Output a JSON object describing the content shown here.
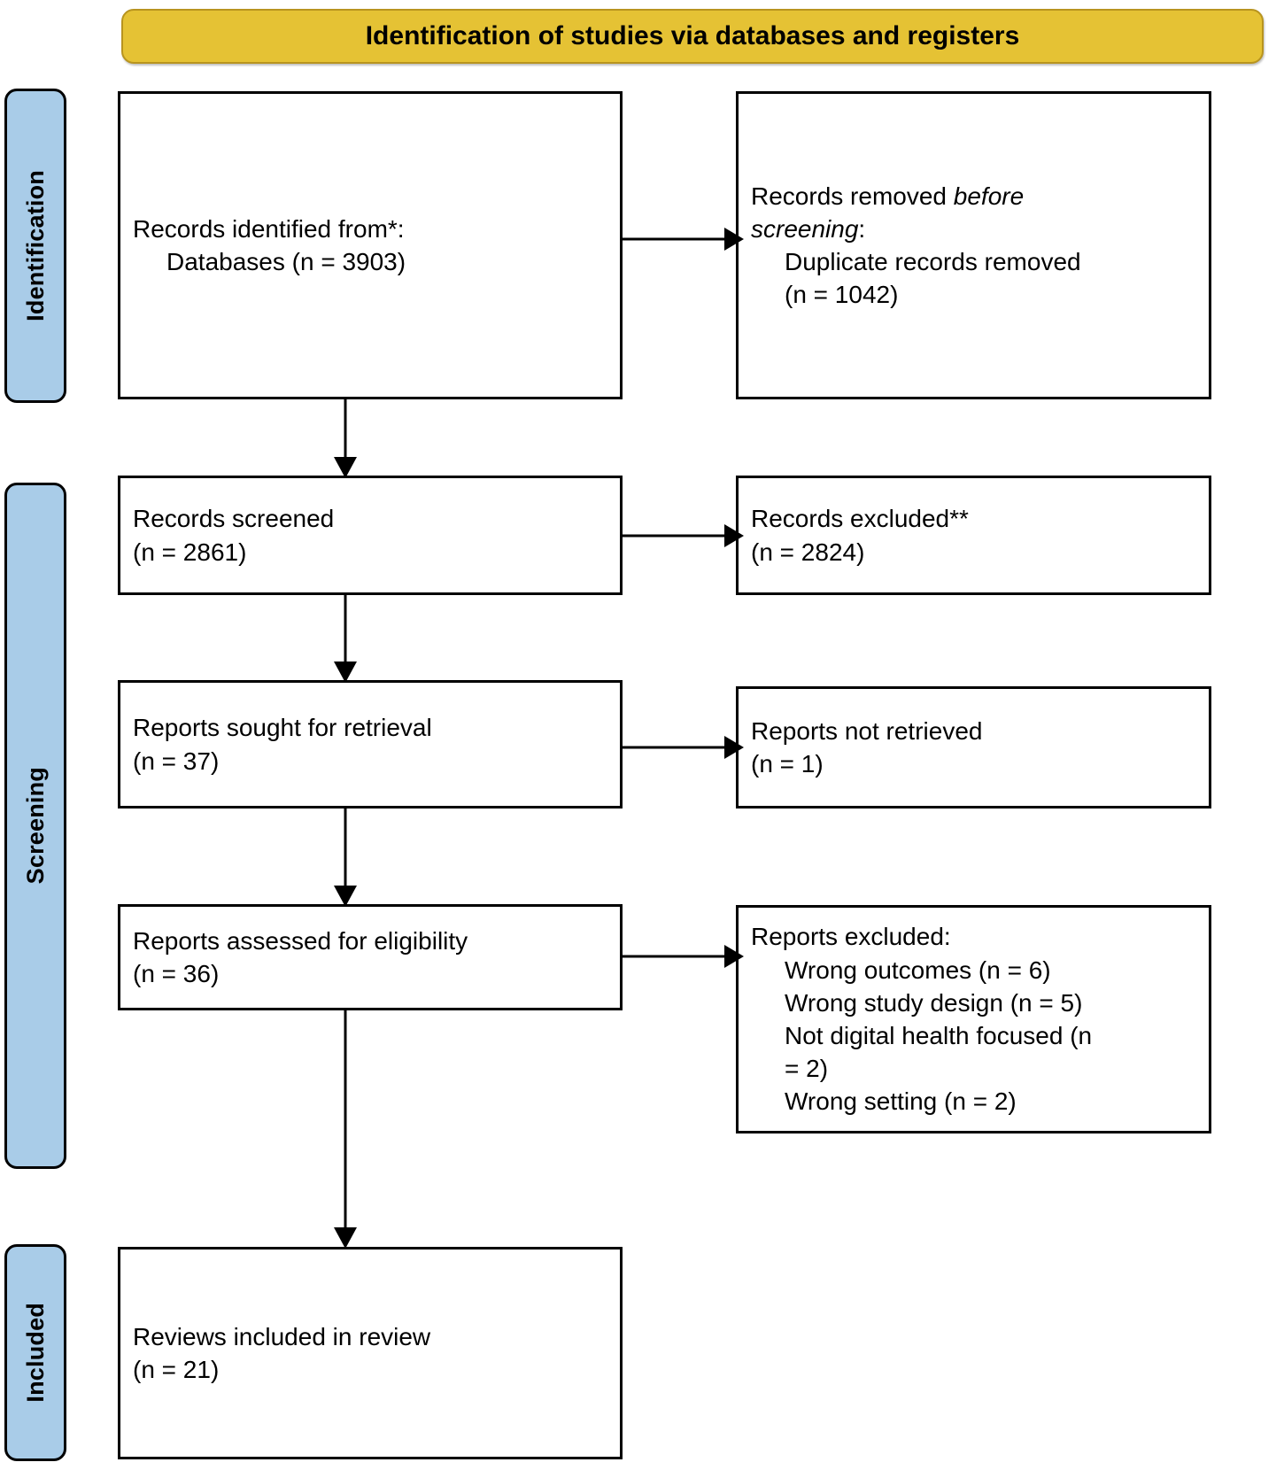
{
  "diagram": {
    "type": "prisma-flow-diagram",
    "banner": {
      "label": "Identification of studies via databases and registers",
      "color": "#E5C234"
    },
    "stage_color": "#A9CCE8",
    "stages": [
      {
        "id": "identification",
        "label": "Identification"
      },
      {
        "id": "screening",
        "label": "Screening"
      },
      {
        "id": "included",
        "label": "Included"
      }
    ],
    "boxes": {
      "identified": {
        "line1": "Records identified from*:",
        "line2": "Databases (n = 3903)"
      },
      "removed_before_screening": {
        "line1_pre": "Records removed ",
        "line1_em": "before",
        "line2_em": "screening",
        "line2_post": ":",
        "line3": "Duplicate records removed",
        "line4": "(n = 1042)"
      },
      "records_screened": {
        "line1": "Records screened",
        "line2": "(n = 2861)"
      },
      "records_excluded": {
        "line1": "Records excluded**",
        "line2": "(n = 2824)"
      },
      "reports_sought": {
        "line1": "Reports sought for retrieval",
        "line2": "(n = 37)"
      },
      "reports_not_retrieved": {
        "line1": "Reports not retrieved",
        "line2": "(n = 1)"
      },
      "reports_assessed": {
        "line1": "Reports assessed for eligibility",
        "line2": "(n = 36)"
      },
      "reports_excluded": {
        "line1": "Reports excluded:",
        "line2": "Wrong outcomes (n = 6)",
        "line3": "Wrong study design (n = 5)",
        "line4": "Not digital health focused (n",
        "line5": "= 2)",
        "line6": "Wrong setting (n = 2)"
      },
      "reviews_included": {
        "line1": "Reviews included in review",
        "line2": "(n = 21)"
      }
    },
    "counts": {
      "databases_identified": 3903,
      "duplicates_removed": 1042,
      "records_screened": 2861,
      "records_excluded": 2824,
      "reports_sought": 37,
      "reports_not_retrieved": 1,
      "reports_assessed": 36,
      "excluded_wrong_outcomes": 6,
      "excluded_wrong_study_design": 5,
      "excluded_not_digital_health": 2,
      "excluded_wrong_setting": 2,
      "reviews_included": 21
    }
  }
}
